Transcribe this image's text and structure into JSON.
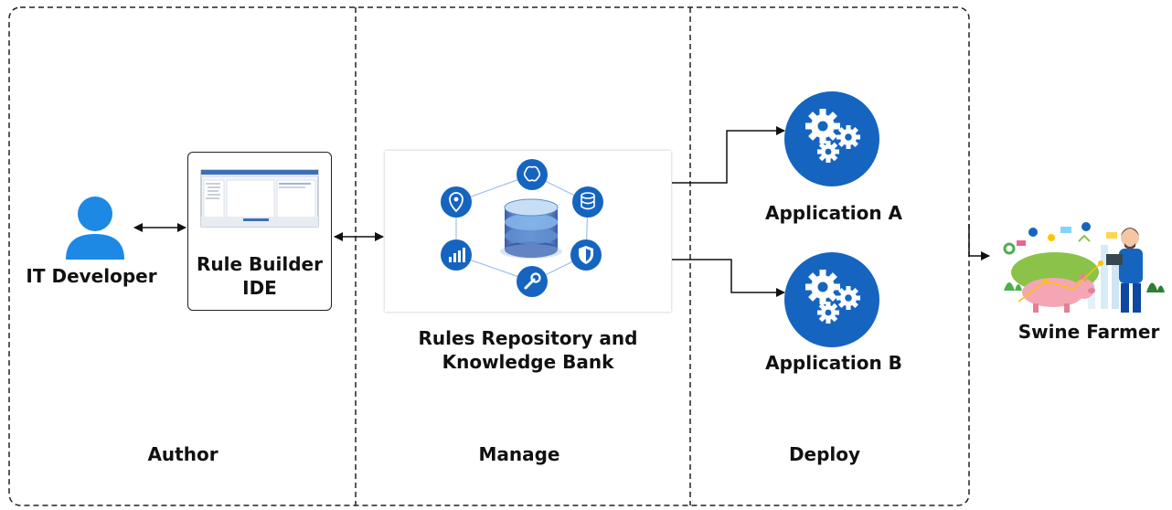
{
  "columns": {
    "author": "Author",
    "manage": "Manage",
    "deploy": "Deploy"
  },
  "nodes": {
    "it_developer": "IT Developer",
    "rule_builder_line1": "Rule Builder",
    "rule_builder_line2": "IDE",
    "repo_line1": "Rules Repository and",
    "repo_line2": "Knowledge Bank",
    "app_a": "Application A",
    "app_b": "Application B",
    "swine_farmer": "Swine Farmer"
  },
  "icons": {
    "developer": "user-icon",
    "ide": "ide-screenshot-icon",
    "repository": "database-icon",
    "brain": "brain-icon",
    "location": "location-pin-icon",
    "storage": "storage-icon",
    "chart": "bar-chart-icon",
    "shield": "shield-icon",
    "wrench": "wrench-icon",
    "gears": "gears-icon",
    "farmer": "farmer-illustration-icon"
  },
  "colors": {
    "accent_blue": "#1565C0",
    "developer_blue": "#1E88E5",
    "border": "#222222",
    "farm_green": "#8BC34A",
    "pig_pink": "#F4A6B5"
  }
}
